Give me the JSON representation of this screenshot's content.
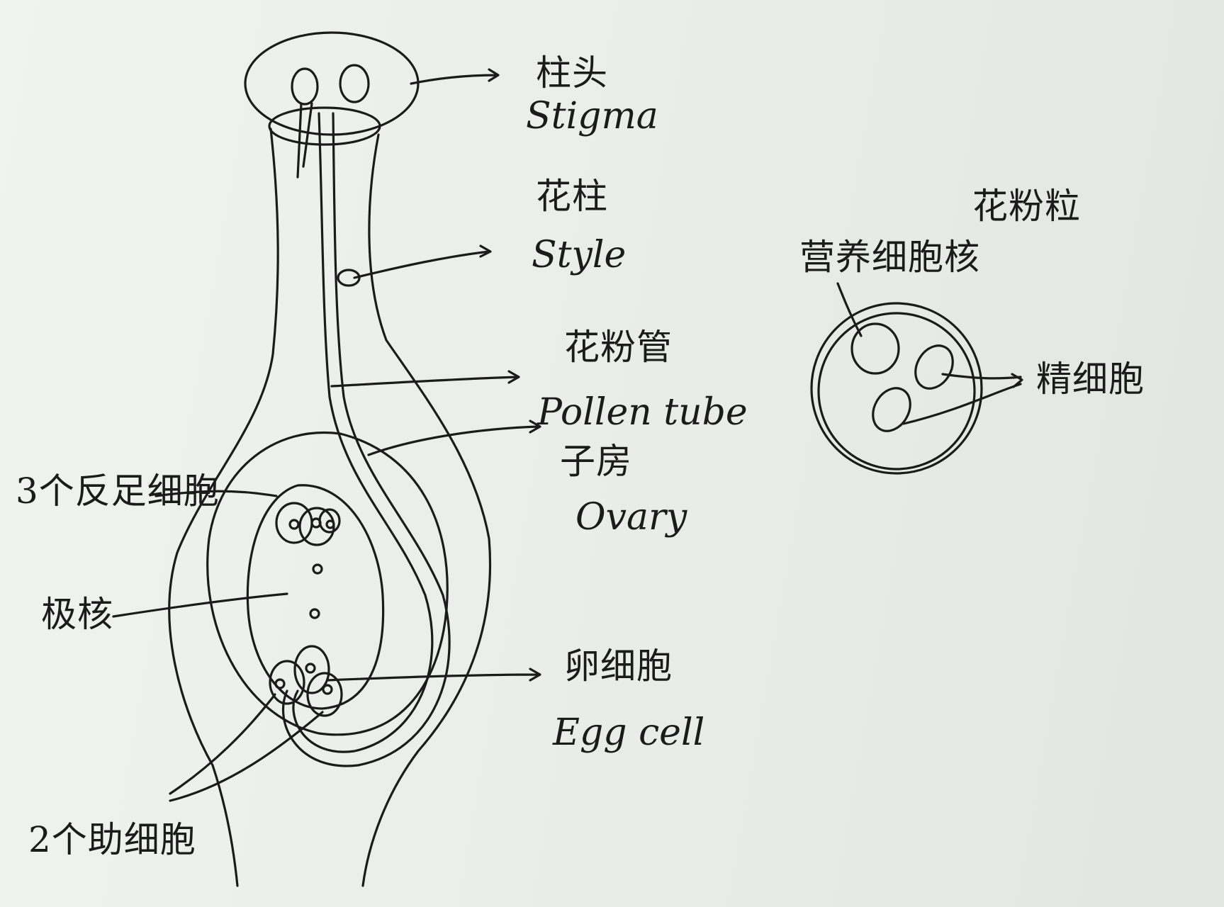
{
  "pistil": {
    "stigma": {
      "zh": "柱头",
      "en": "Stigma"
    },
    "style": {
      "zh": "花柱",
      "en": "Style"
    },
    "pollen_tube": {
      "zh": "花粉管",
      "en": "Pollen tube"
    },
    "ovary": {
      "zh": "子房",
      "en": "Ovary"
    },
    "egg_cell": {
      "zh": "卵细胞",
      "en": "Egg cell"
    },
    "antipodal_cells": "3个反足细胞",
    "polar_nuclei": "极核",
    "synergids": "2个助细胞"
  },
  "pollen_grain": {
    "title": "花粉粒",
    "vegetative_nucleus": "营养细胞核",
    "sperm_cells": "精细胞"
  },
  "colors": {
    "ink": "#1b1b1b",
    "paper": "#eef0ee"
  }
}
